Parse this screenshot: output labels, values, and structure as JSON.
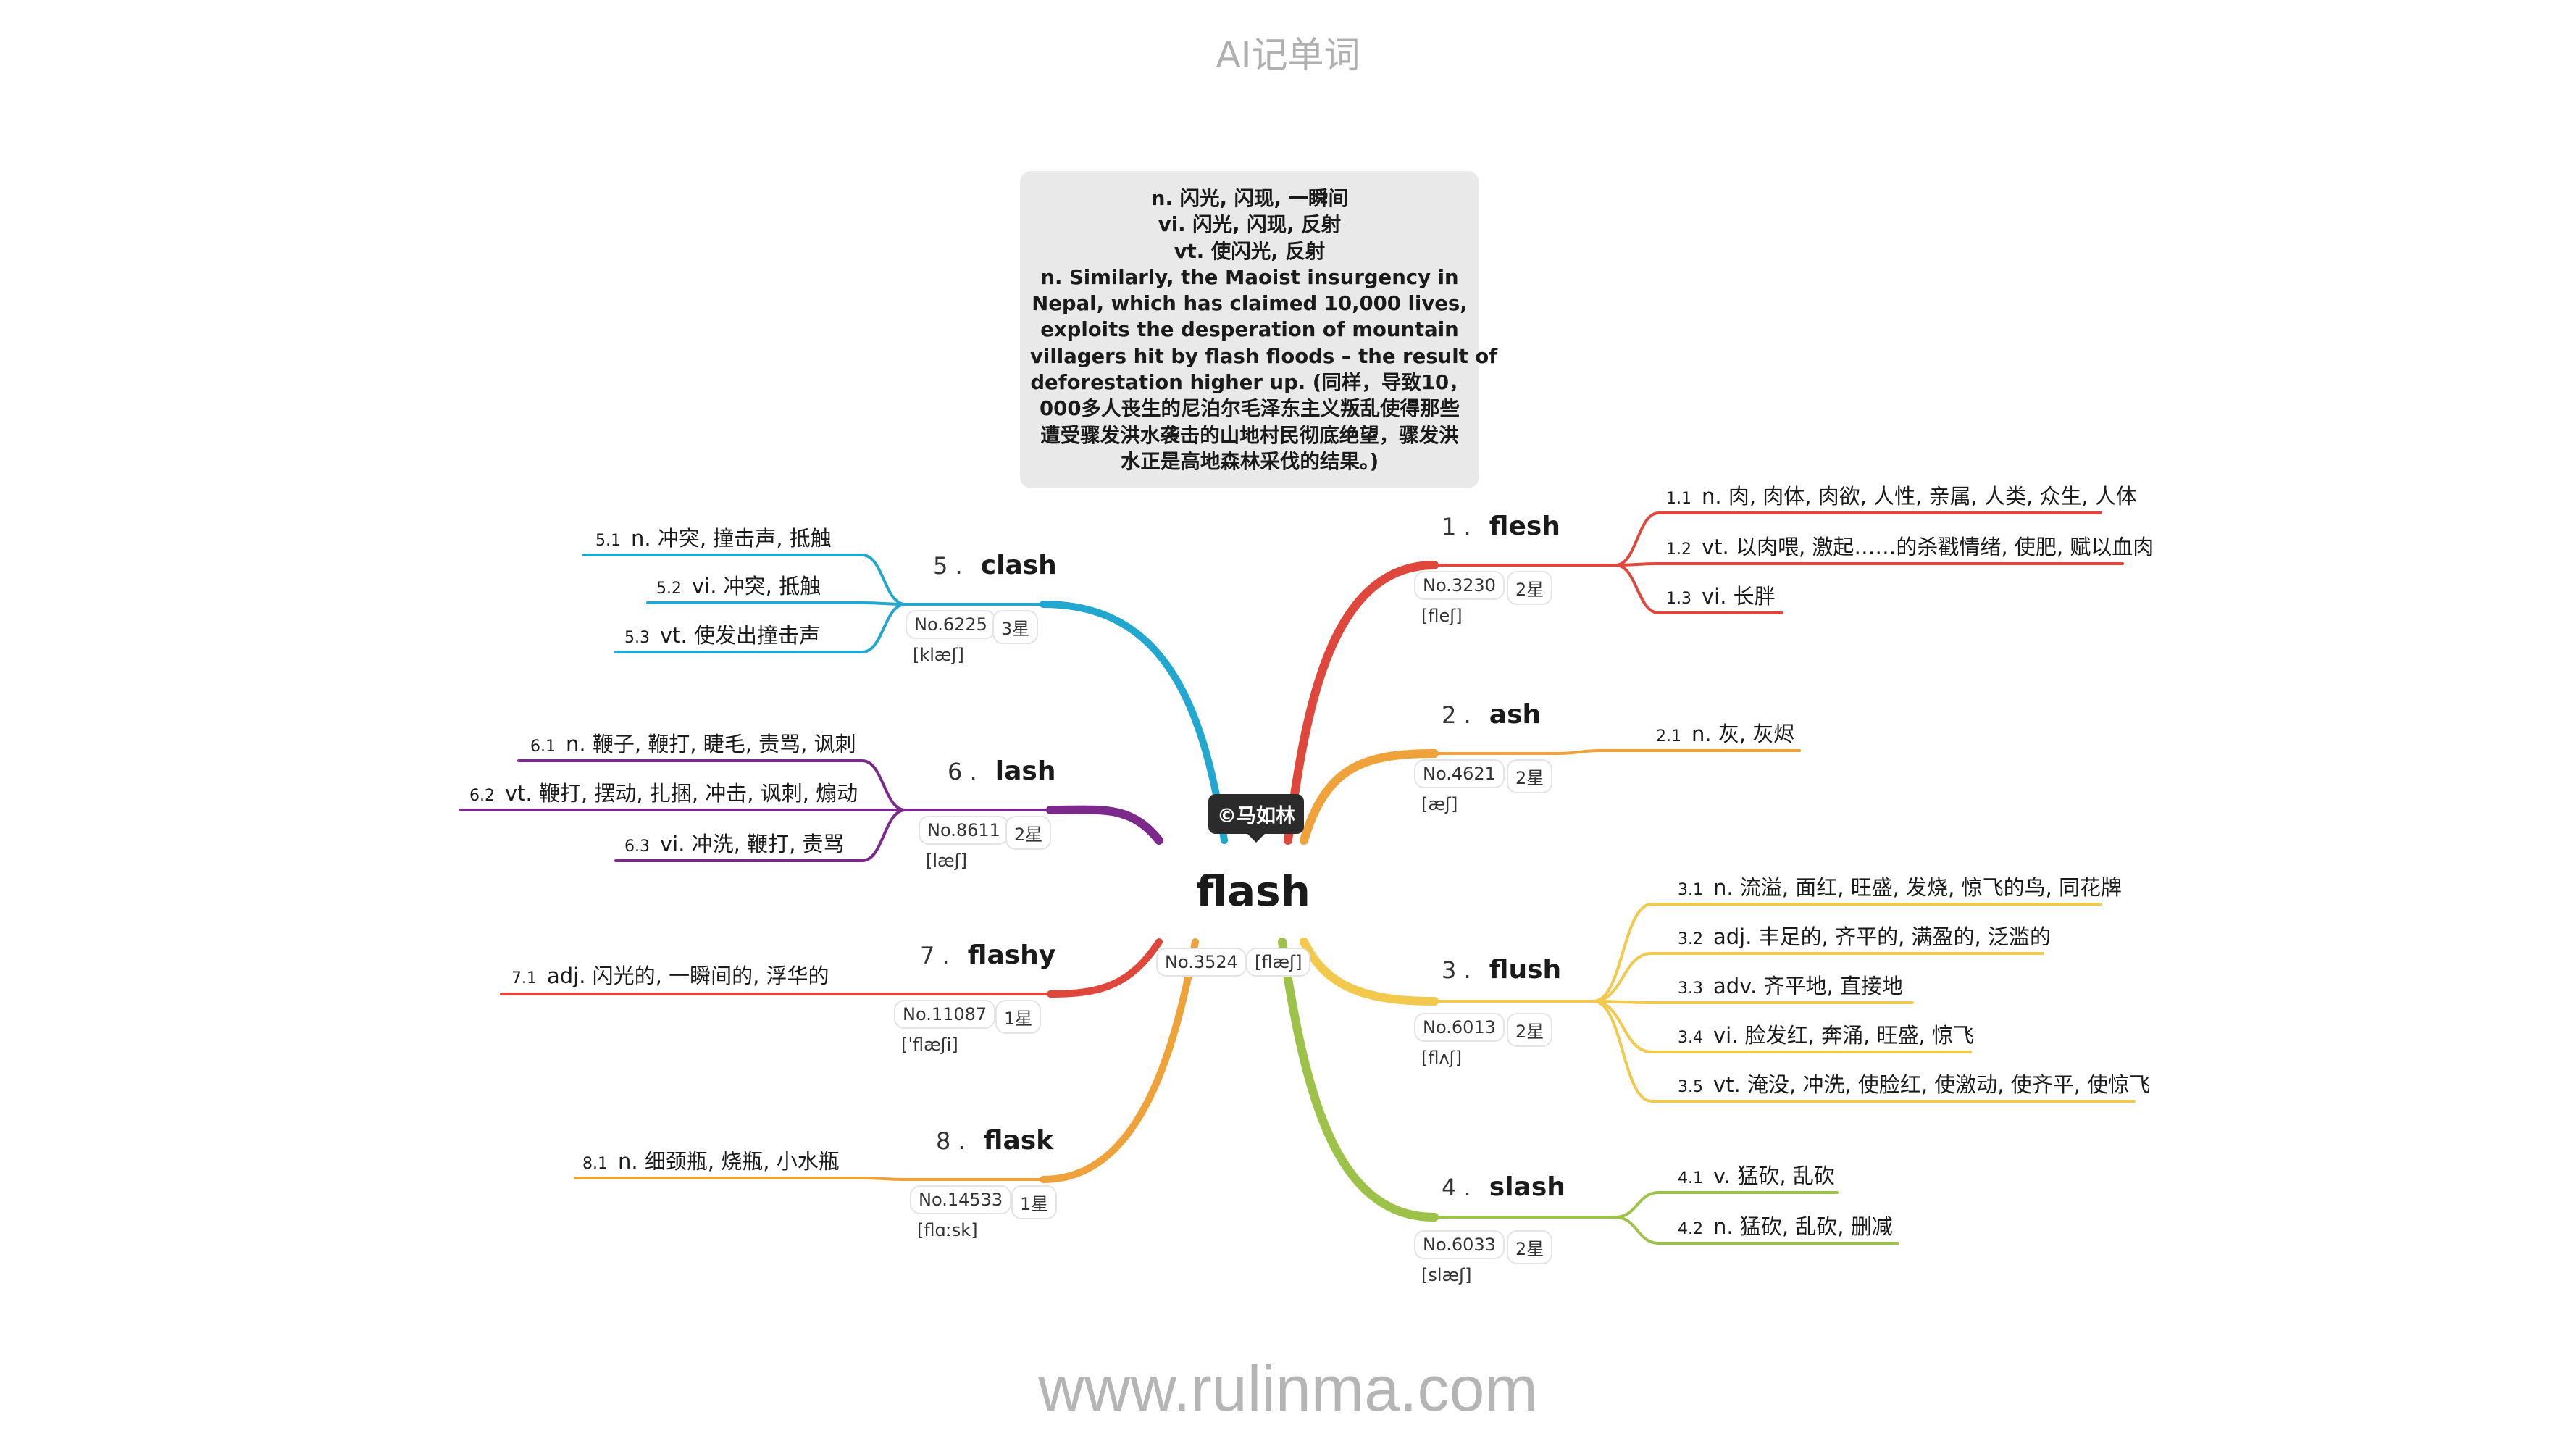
{
  "header": "AI记单词",
  "footer": "www.rulinma.com",
  "note": {
    "lines": [
      "n. 闪光, 闪现, 一瞬间",
      "vi. 闪光, 闪现, 反射",
      "vt. 使闪光, 反射",
      "n. Similarly, the Maoist insurgency in",
      "Nepal, which has claimed 10,000 lives,",
      "exploits the desperation of mountain",
      "villagers hit by flash floods – the result of",
      "deforestation higher up. (同样，导致10，",
      "000多人丧生的尼泊尔毛泽东主义叛乱使得那些",
      "遭受骤发洪水袭击的山地村民彻底绝望，骤发洪",
      "水正是高地森林采伐的结果。)"
    ]
  },
  "center": {
    "word": "flash",
    "mark": "©马如林",
    "no": "No.3524",
    "phonetic": "[flæʃ]"
  },
  "colors": {
    "flesh": "#e0473c",
    "ash": "#f0a23a",
    "flush": "#f2c94c",
    "slash": "#9cc24a",
    "clash": "#22a7d0",
    "lash": "#7b2a8c",
    "flashy": "#e0473c",
    "flask": "#f0a23a"
  },
  "branches": {
    "b1": {
      "num": "1 .",
      "word": "flesh",
      "no": "No.3230",
      "stars": "2星",
      "phonetic": "[fleʃ]",
      "subs": [
        {
          "idx": "1.1",
          "text": "n. 肉, 肉体, 肉欲, 人性, 亲属, 人类, 众生, 人体"
        },
        {
          "idx": "1.2",
          "text": "vt. 以肉喂, 激起……的杀戳情绪, 使肥, 赋以血肉"
        },
        {
          "idx": "1.3",
          "text": "vi. 长胖"
        }
      ]
    },
    "b2": {
      "num": "2 .",
      "word": "ash",
      "no": "No.4621",
      "stars": "2星",
      "phonetic": "[æʃ]",
      "subs": [
        {
          "idx": "2.1",
          "text": "n. 灰, 灰烬"
        }
      ]
    },
    "b3": {
      "num": "3 .",
      "word": "flush",
      "no": "No.6013",
      "stars": "2星",
      "phonetic": "[flʌʃ]",
      "subs": [
        {
          "idx": "3.1",
          "text": "n. 流溢, 面红, 旺盛, 发烧, 惊飞的鸟, 同花牌"
        },
        {
          "idx": "3.2",
          "text": "adj. 丰足的, 齐平的, 满盈的, 泛滥的"
        },
        {
          "idx": "3.3",
          "text": "adv. 齐平地, 直接地"
        },
        {
          "idx": "3.4",
          "text": "vi. 脸发红, 奔涌, 旺盛, 惊飞"
        },
        {
          "idx": "3.5",
          "text": "vt. 淹没, 冲洗, 使脸红, 使激动, 使齐平, 使惊飞"
        }
      ]
    },
    "b4": {
      "num": "4 .",
      "word": "slash",
      "no": "No.6033",
      "stars": "2星",
      "phonetic": "[slæʃ]",
      "subs": [
        {
          "idx": "4.1",
          "text": "v. 猛砍, 乱砍"
        },
        {
          "idx": "4.2",
          "text": "n. 猛砍, 乱砍, 删减"
        }
      ]
    },
    "b5": {
      "num": "5 .",
      "word": "clash",
      "no": "No.6225",
      "stars": "3星",
      "phonetic": "[klæʃ]",
      "subs": [
        {
          "idx": "5.1",
          "text": "n. 冲突, 撞击声, 抵触"
        },
        {
          "idx": "5.2",
          "text": "vi. 冲突, 抵触"
        },
        {
          "idx": "5.3",
          "text": "vt. 使发出撞击声"
        }
      ]
    },
    "b6": {
      "num": "6 .",
      "word": "lash",
      "no": "No.8611",
      "stars": "2星",
      "phonetic": "[læʃ]",
      "subs": [
        {
          "idx": "6.1",
          "text": "n. 鞭子, 鞭打, 睫毛, 责骂, 讽刺"
        },
        {
          "idx": "6.2",
          "text": "vt. 鞭打, 摆动, 扎捆, 冲击, 讽刺, 煽动"
        },
        {
          "idx": "6.3",
          "text": "vi. 冲洗, 鞭打, 责骂"
        }
      ]
    },
    "b7": {
      "num": "7 .",
      "word": "flashy",
      "no": "No.11087",
      "stars": "1星",
      "phonetic": "[ˈflæʃi]",
      "subs": [
        {
          "idx": "7.1",
          "text": "adj. 闪光的, 一瞬间的, 浮华的"
        }
      ]
    },
    "b8": {
      "num": "8 .",
      "word": "flask",
      "no": "No.14533",
      "stars": "1星",
      "phonetic": "[flɑːsk]",
      "subs": [
        {
          "idx": "8.1",
          "text": "n. 细颈瓶, 烧瓶, 小水瓶"
        }
      ]
    }
  }
}
